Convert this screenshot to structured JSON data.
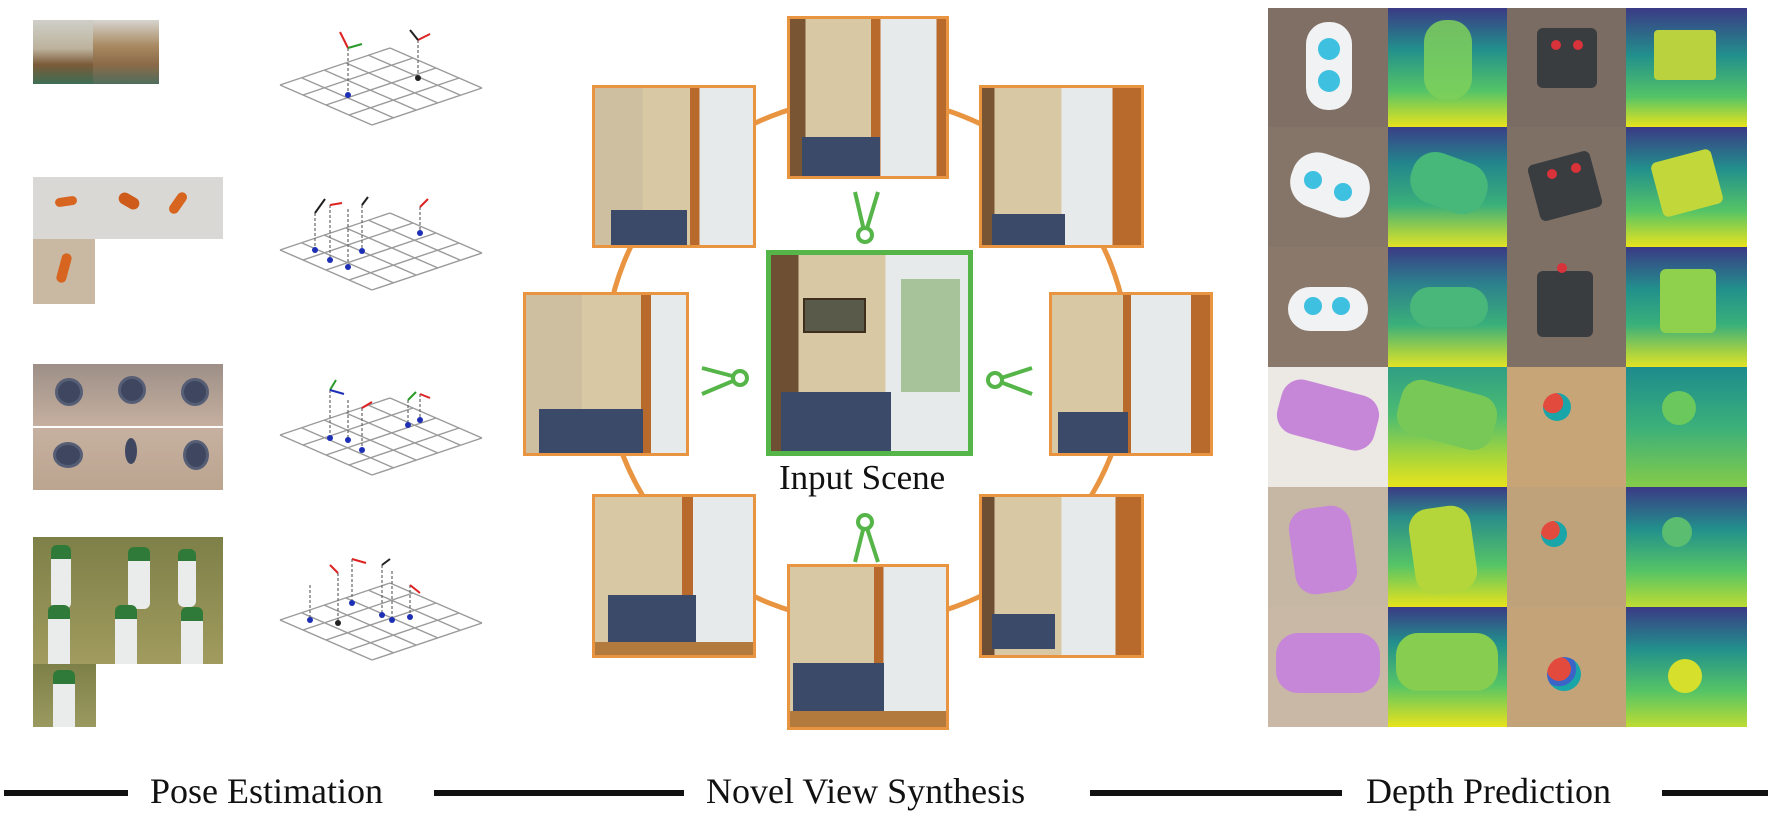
{
  "sections": {
    "pose": "Pose Estimation",
    "nvs": "Novel View Synthesis",
    "depth": "Depth Prediction"
  },
  "input_label": "Input Scene",
  "colors": {
    "input_border": "#55b548",
    "view_border": "#e89440",
    "ring": "#e89440",
    "camera": "#55b548",
    "grid": "#9a9a9a"
  },
  "pose_rows": [
    {
      "object": "teddy-bear"
    },
    {
      "object": "carrot"
    },
    {
      "object": "donut"
    },
    {
      "object": "hydrant"
    }
  ],
  "depth_rows": [
    {
      "left": "remote-white",
      "right": "rc-controller"
    },
    {
      "left": "remote-white",
      "right": "rc-controller"
    },
    {
      "left": "remote-white",
      "right": "rc-controller"
    },
    {
      "left": "gamepad-purple",
      "right": "tennis-ball"
    },
    {
      "left": "gamepad-purple",
      "right": "tennis-ball"
    },
    {
      "left": "gamepad-purple",
      "right": "tennis-ball"
    }
  ]
}
